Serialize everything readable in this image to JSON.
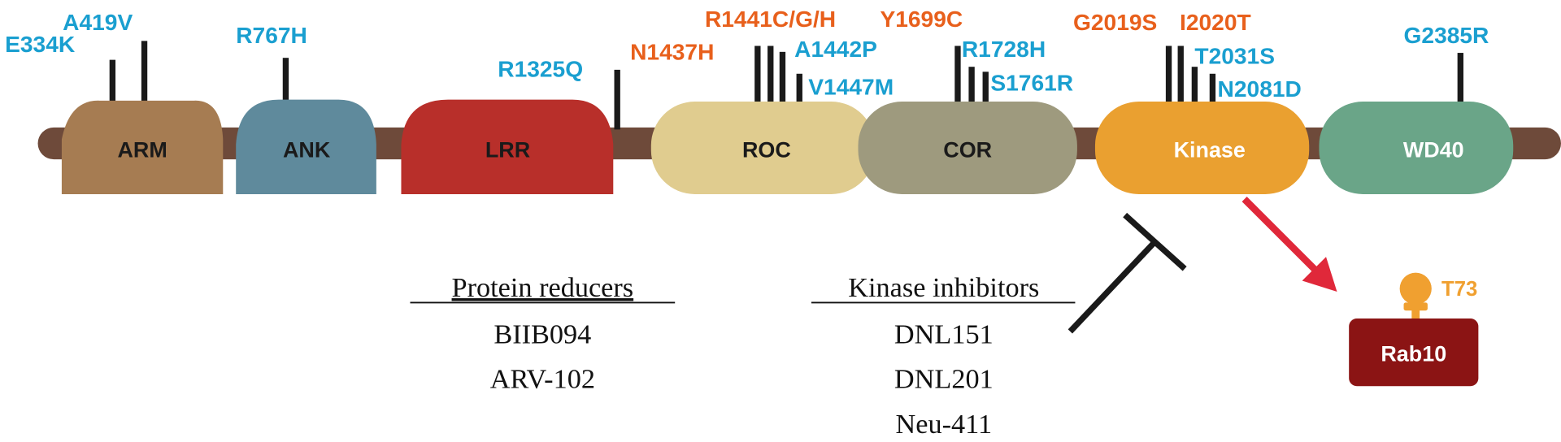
{
  "domains": [
    {
      "label": "ARM",
      "color": "#a67c52"
    },
    {
      "label": "ANK",
      "color": "#5f8a9c"
    },
    {
      "label": "LRR",
      "color": "#b82f2a"
    },
    {
      "label": "ROC",
      "color": "#e0cc8f"
    },
    {
      "label": "COR",
      "color": "#9e9a7e"
    },
    {
      "label": "Kinase",
      "color": "#eaa030"
    },
    {
      "label": "WD40",
      "color": "#6aa588"
    }
  ],
  "mutations": {
    "E334K": "E334K",
    "A419V": "A419V",
    "R767H": "R767H",
    "R1325Q": "R1325Q",
    "N1437H": "N1437H",
    "R1441CGH": "R1441C/G/H",
    "A1442P": "A1442P",
    "V1447M": "V1447M",
    "Y1699C": "Y1699C",
    "R1728H": "R1728H",
    "S1761R": "S1761R",
    "G2019S": "G2019S",
    "I2020T": "I2020T",
    "T2031S": "T2031S",
    "N2081D": "N2081D",
    "G2385R": "G2385R"
  },
  "protein_reducers": {
    "title": "Protein reducers",
    "items": [
      "BIIB094",
      "ARV-102"
    ]
  },
  "kinase_inhibitors": {
    "title": "Kinase inhibitors",
    "items": [
      "DNL151",
      "DNL201",
      "Neu-411"
    ]
  },
  "substrate": {
    "label": "Rab10",
    "site": "T73"
  },
  "colors": {
    "backbone": "#6e4a3a",
    "pathogenic": "#e8601c",
    "risk": "#1a9fd0",
    "arrow": "#e0283a",
    "rab10": "#8b1414",
    "phospho": "#f0a030"
  }
}
